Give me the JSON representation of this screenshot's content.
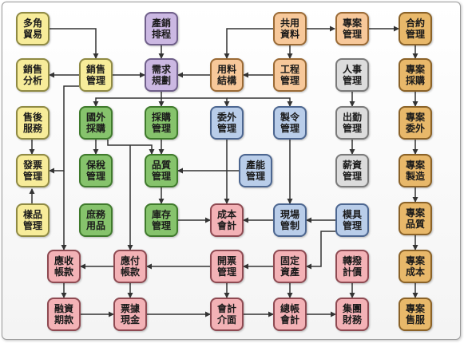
{
  "nodes": {
    "duojiao_maoyi": "多角貿易",
    "chanxiao_paicheng": "產銷排程",
    "gongyong_ziliao": "共用資料",
    "zhuanan_guanli_top": "專案管理",
    "heyue_guanli": "合約管理",
    "xiaoshou_fenxi": "銷售分析",
    "xiaoshou_guanli": "銷售管理",
    "xuqiu_guihua": "需求規劃",
    "yongliao_jiegou": "用料結構",
    "gongcheng_guanli": "工程管理",
    "renshi_guanli": "人事管理",
    "zhuanan_caigou": "專案採購",
    "shouhou_fuwu": "售後服務",
    "guowai_caigou": "國外採購",
    "caigou_guanli": "採購管理",
    "weiwai_guanli": "委外管理",
    "zhiling_guanli": "製令管理",
    "chuqin_guanli": "出勤管理",
    "zhuanan_weiwai": "專案委外",
    "fapiao_guanli": "發票管理",
    "baoshui_guanli": "保稅管理",
    "pinzhi_guanli": "品質管理",
    "channeng_guanli": "產能管理",
    "xinzi_guanli": "薪資管理",
    "zhuanan_zhizao": "專案製造",
    "yangpin_guanli": "樣品管理",
    "shuwu_yongpin": "庶務用品",
    "kucun_guanli": "庫存管理",
    "chengben_kuaiji": "成本會計",
    "xianchang_guanzhi": "現場管制",
    "moju_guanli": "模具管理",
    "zhuanan_pinzhi": "專案品質",
    "yingshou_zhangkuan": "應收帳款",
    "yingfu_zhangkuan": "應付帳款",
    "kaipiao_guanli": "開票管理",
    "guding_zichan": "固定資產",
    "zhuanbo_jijia": "轉撥計價",
    "zhuanan_chengben": "專案成本",
    "rongzi_qikuan": "融資期款",
    "piaoju_xianjin": "票據現金",
    "kuaiji_jiemian": "會計介面",
    "zongzhang_kuaiji": "總帳會計",
    "jituan_caiwu": "集團財務",
    "zhuanan_shoufu": "專案售服"
  }
}
